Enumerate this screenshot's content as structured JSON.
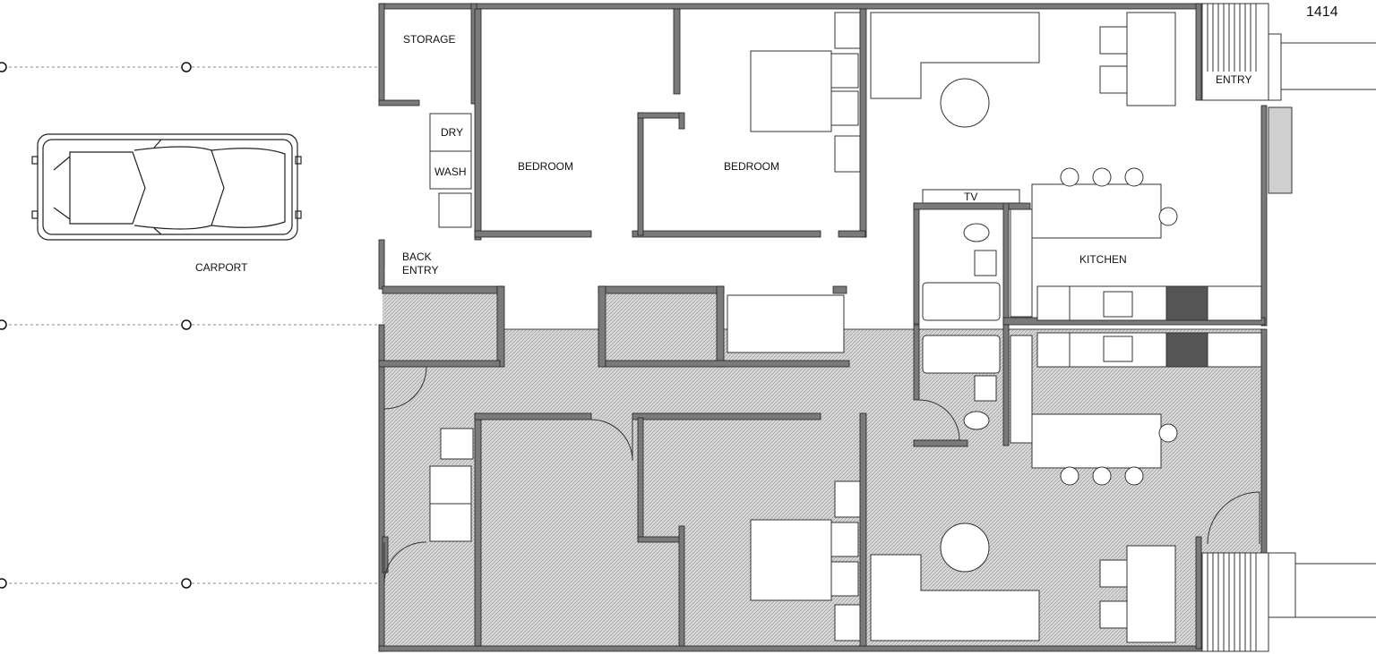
{
  "sheet_number": "1414",
  "rooms": {
    "storage": "STORAGE",
    "dry": "DRY",
    "wash": "WASH",
    "bedroom_1": "BEDROOM",
    "bedroom_2": "BEDROOM",
    "back_entry_line1": "BACK",
    "back_entry_line2": "ENTRY",
    "carport": "CARPORT",
    "tv": "TV",
    "kitchen": "KITCHEN",
    "entry": "ENTRY"
  },
  "colors": {
    "wall": "#777777",
    "wall_edge": "#222222",
    "hatch_bg": "#d6d6d6",
    "line": "#333333"
  }
}
